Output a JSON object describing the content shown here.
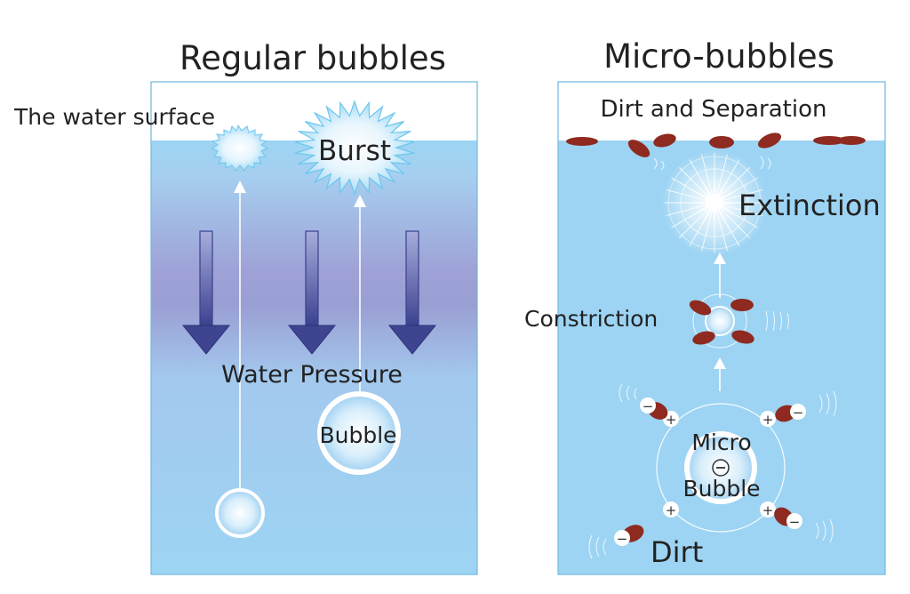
{
  "left_panel": {
    "title": "Regular bubbles",
    "water_surface_label": "The water surface",
    "burst_label": "Burst",
    "pressure_label": "Water Pressure",
    "bubble_label": "Bubble"
  },
  "right_panel": {
    "title": "Micro-bubbles",
    "dirt_separation_label": "Dirt and Separation",
    "extinction_label": "Extinction",
    "constriction_label": "Constriction",
    "micro_label": "Micro",
    "bubble_label": "Bubble",
    "dirt_label": "Dirt",
    "plus_symbol": "+",
    "minus_symbol": "−"
  },
  "colors": {
    "water": "#9dd4f3",
    "pressure_band": "#9b9fd0",
    "dirt": "#8e2a1f",
    "arrow": "#3b3f8e",
    "frame": "#6fb6e0"
  }
}
